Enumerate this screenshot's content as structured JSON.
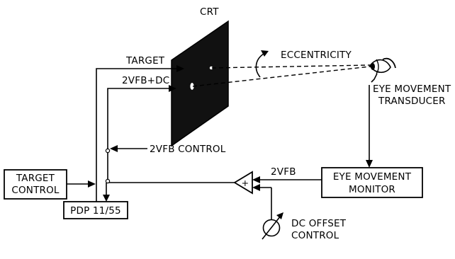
{
  "diagram": {
    "crt_label": "CRT",
    "target_label": "TARGET",
    "vfb_dc_label": "2VFB+DC",
    "eccentricity_label": "ECCENTRICITY",
    "transducer_label_line1": "EYE MOVEMENT",
    "transducer_label_line2": "TRANSDUCER",
    "vfb_control_label": "2VFB CONTROL",
    "vfb_label": "2VFB",
    "target_control_line1": "TARGET",
    "target_control_line2": "CONTROL",
    "pdp_label": "PDP 11/55",
    "monitor_line1": "EYE MOVEMENT",
    "monitor_line2": "MONITOR",
    "summer_symbol": "+",
    "dc_offset_line1": "DC OFFSET",
    "dc_offset_line2": "CONTROL"
  }
}
